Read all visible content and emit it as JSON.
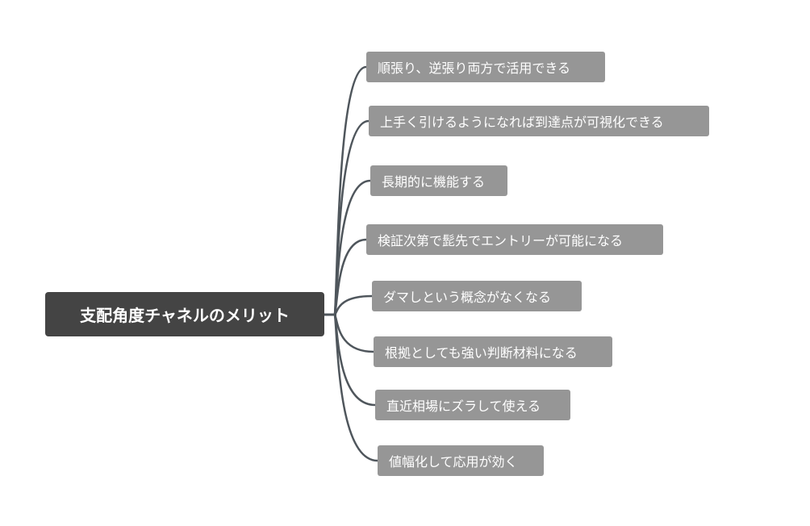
{
  "root": {
    "label": "支配角度チャネルのメリット"
  },
  "children": [
    {
      "label": "順張り、逆張り両方で活用できる"
    },
    {
      "label": "上手く引けるようになれば到達点が可視化できる"
    },
    {
      "label": "長期的に機能する"
    },
    {
      "label": "検証次第で髭先でエントリーが可能になる"
    },
    {
      "label": "ダマしという概念がなくなる"
    },
    {
      "label": "根拠としても強い判断材料になる"
    },
    {
      "label": "直近相場にズラして使える"
    },
    {
      "label": "値幅化して応用が効く"
    }
  ],
  "colors": {
    "root_bg": "#444444",
    "node_bg": "#969696",
    "link": "#4f565c"
  }
}
